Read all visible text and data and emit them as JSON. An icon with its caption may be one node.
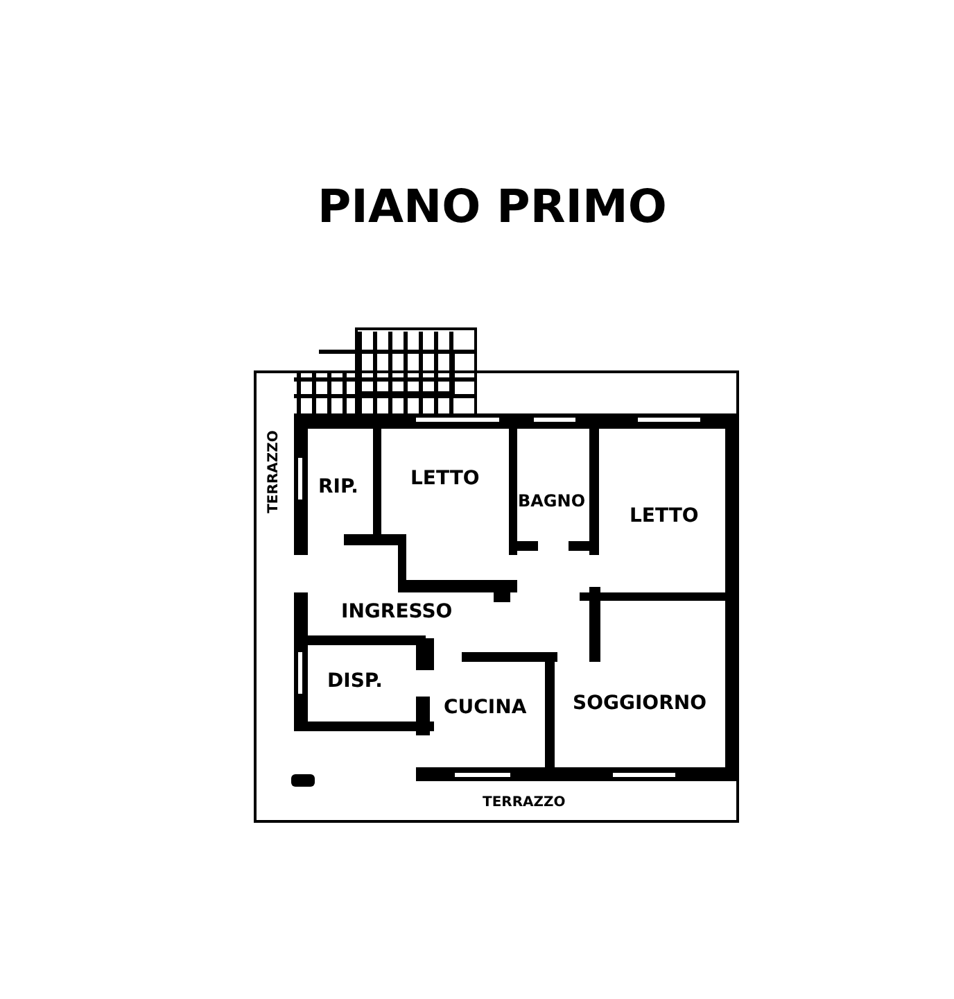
{
  "diagram": {
    "title": "PIANO PRIMO",
    "labels": [
      "TERRAZZO",
      "RIP.",
      "LETTO",
      "BAGNO",
      "LETTO",
      "INGRESSO",
      "DISP.",
      "CUCINA",
      "SOGGIORNO",
      "TERRAZZO"
    ]
  }
}
